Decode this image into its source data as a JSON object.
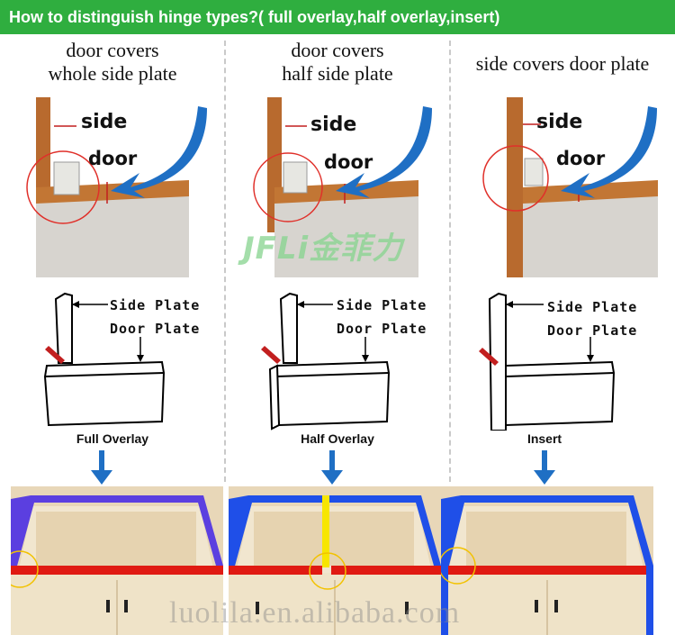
{
  "header": {
    "title": "How to distinguish hinge types?( full overlay,half overlay,insert)"
  },
  "columns": [
    {
      "caption_line1": "door covers",
      "caption_line2": "whole side plate",
      "side_label": "side",
      "door_label": "door",
      "side_plate_label": "Side Plate",
      "door_plate_label": "Door Plate",
      "type_label": "Full Overlay",
      "frame_color": "#5b3fe0",
      "edge_color": "#e01a12"
    },
    {
      "caption_line1": "door covers",
      "caption_line2": "half side plate",
      "side_label": "side",
      "door_label": "door",
      "side_plate_label": "Side Plate",
      "door_plate_label": "Door Plate",
      "type_label": "Half Overlay",
      "frame_color": "#1f4fe8",
      "edge_color": "#e01a12",
      "center_color": "#f7e600"
    },
    {
      "caption_line1": "side covers door plate",
      "caption_line2": "",
      "side_label": "side",
      "door_label": "door",
      "side_plate_label": "Side Plate",
      "door_plate_label": "Door Plate",
      "type_label": "Insert",
      "frame_color": "#1f4fe8",
      "edge_color": "#e01a12"
    }
  ],
  "watermarks": {
    "brand": "JFLi金菲力",
    "site": "luolila.en.alibaba.com"
  },
  "colors": {
    "banner": "#2fae3f",
    "arrow": "#1f6fc4",
    "circle": "#e0302a",
    "highlight_circle": "#f2c200"
  }
}
